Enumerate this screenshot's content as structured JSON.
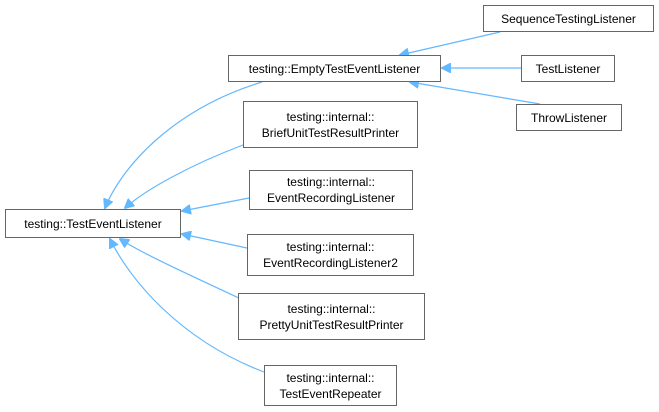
{
  "diagram": {
    "edge_color": "#63b8ff",
    "border_color": "#666666",
    "nodes": {
      "base": {
        "line1": "testing::TestEventListener"
      },
      "empty": {
        "line1": "testing::EmptyTestEventListener"
      },
      "brief": {
        "line1": "testing::internal::",
        "line2": "BriefUnitTestResultPrinter"
      },
      "rec": {
        "line1": "testing::internal::",
        "line2": "EventRecordingListener"
      },
      "rec2": {
        "line1": "testing::internal::",
        "line2": "EventRecordingListener2"
      },
      "pretty": {
        "line1": "testing::internal::",
        "line2": "PrettyUnitTestResultPrinter"
      },
      "repeater": {
        "line1": "testing::internal::",
        "line2": "TestEventRepeater"
      },
      "seq": {
        "line1": "SequenceTestingListener"
      },
      "testlistener": {
        "line1": "TestListener"
      },
      "throw": {
        "line1": "ThrowListener"
      }
    }
  }
}
